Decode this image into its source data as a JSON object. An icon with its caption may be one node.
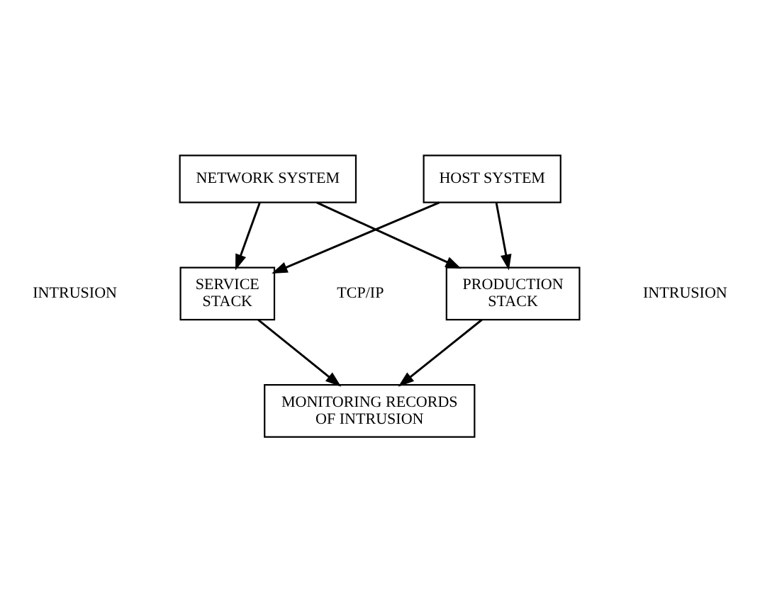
{
  "diagram": {
    "nodes": [
      {
        "text": [
          "NETWORK SYSTEM"
        ]
      },
      {
        "text": [
          "HOST SYSTEM"
        ]
      },
      {
        "text": [
          "SERVICE STACK"
        ]
      },
      {
        "text": [
          "PRODUCTION STACK"
        ]
      },
      {
        "text": [
          "MONITORING RECORDS OF INTRUSION"
        ]
      }
    ],
    "edges": [
      {
        "from": 0,
        "to": 2,
        "arrow": "to"
      },
      {
        "from": 0,
        "to": 3,
        "arrow": "to"
      },
      {
        "from": 1,
        "to": 2,
        "arrow": "to"
      },
      {
        "from": 1,
        "to": 3,
        "arrow": "to"
      },
      {
        "from": 2,
        "to": 4,
        "arrow": "to"
      },
      {
        "from": 3,
        "to": 4,
        "arrow": "to"
      }
    ],
    "labels": [
      "INTRUSION",
      "INTRUSION",
      "TCP/IP"
    ]
  }
}
